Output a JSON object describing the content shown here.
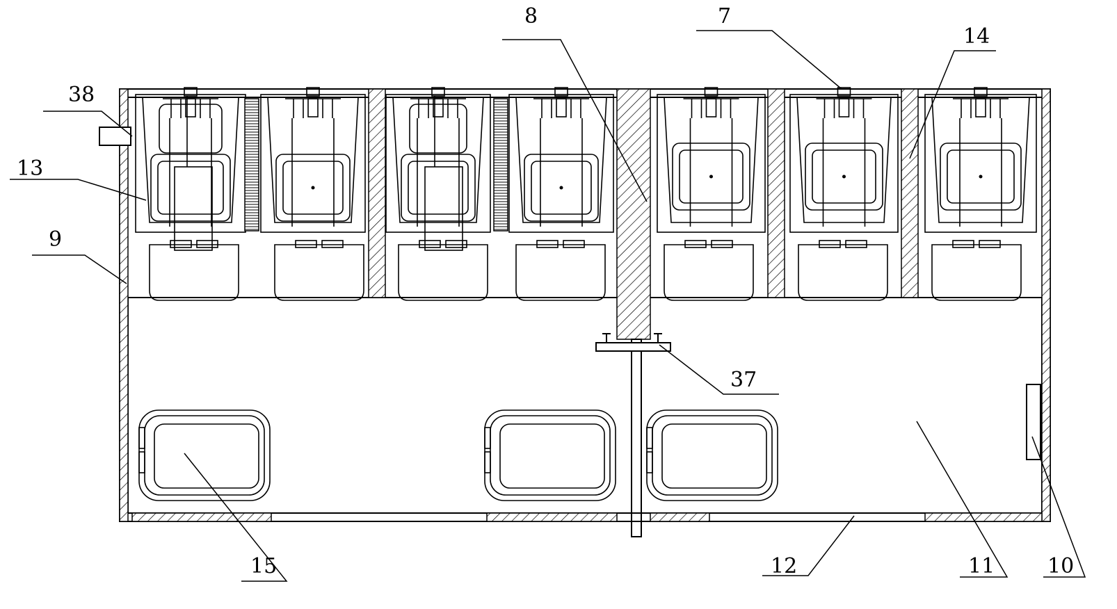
{
  "diagram": {
    "labels": {
      "l7": "7",
      "l8": "8",
      "l9": "9",
      "l10": "10",
      "l11": "11",
      "l12": "12",
      "l13": "13",
      "l14": "14",
      "l15": "15",
      "l37": "37",
      "l38": "38"
    },
    "colors": {
      "line": "#000000",
      "background": "#ffffff"
    }
  }
}
